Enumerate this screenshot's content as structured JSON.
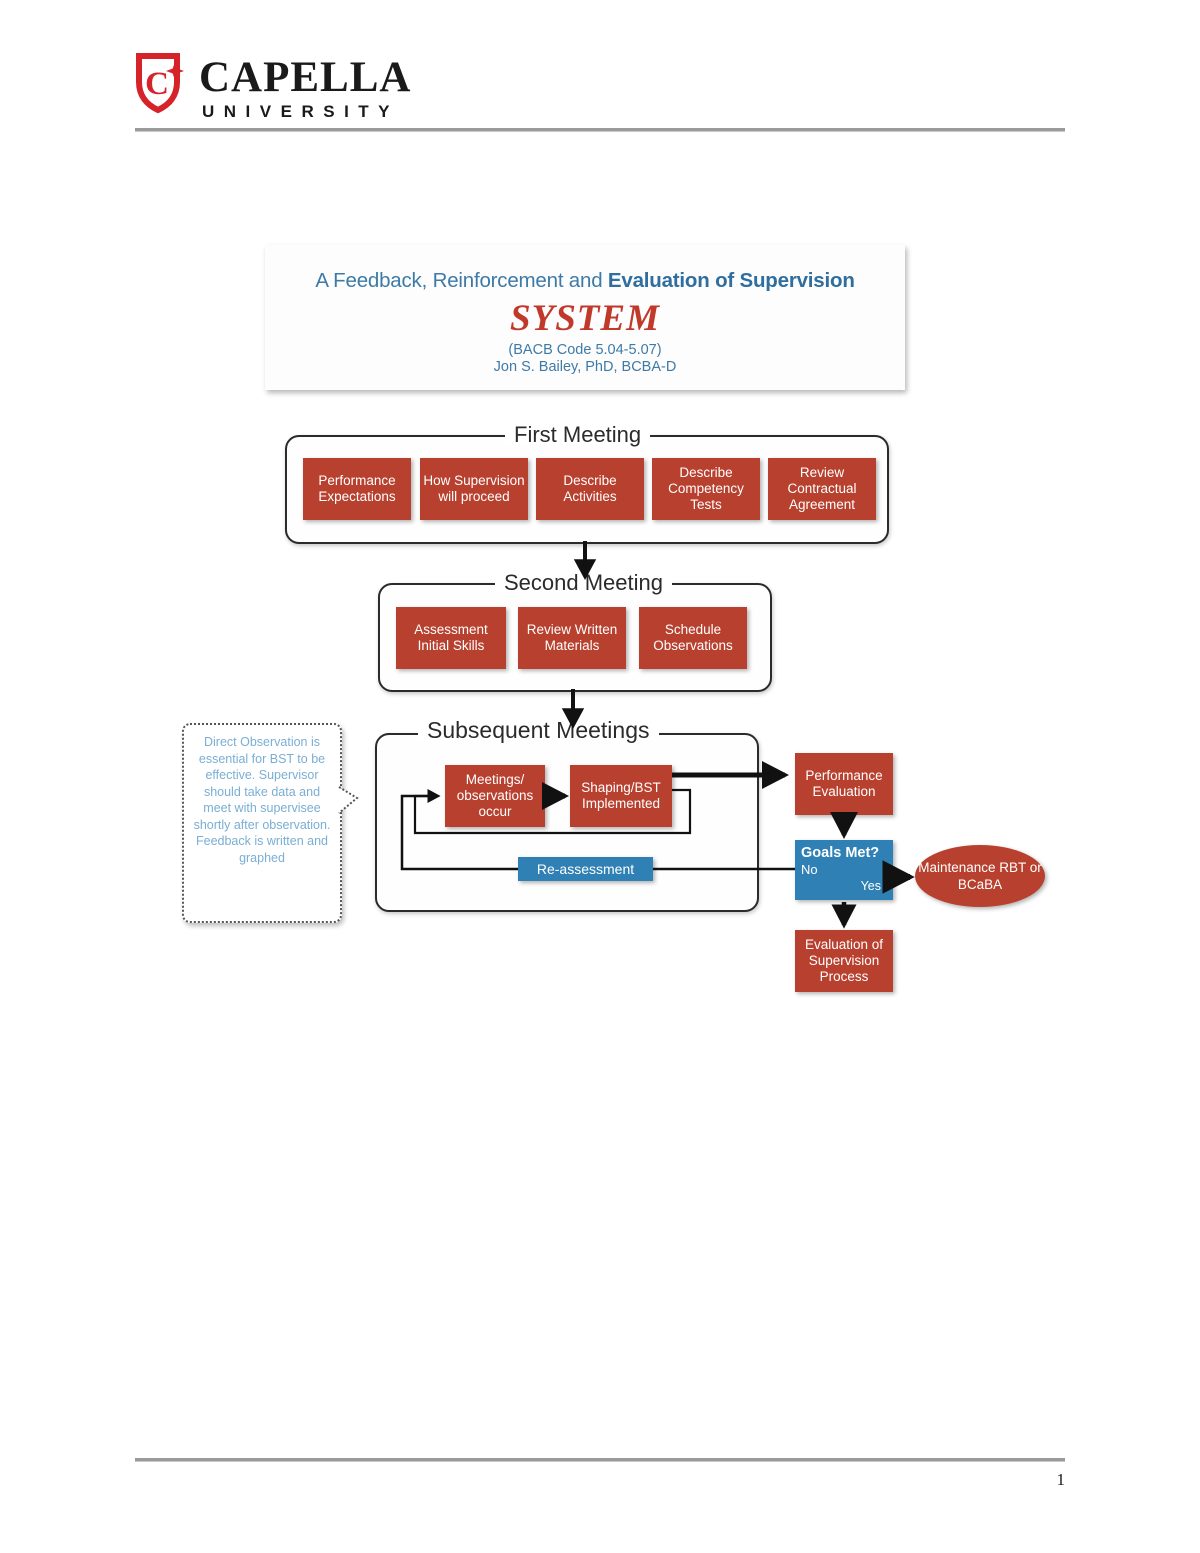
{
  "header": {
    "logo_name": "capella-shield-logo",
    "wordmark_primary": "CAPELLA",
    "wordmark_secondary": "UNIVERSITY"
  },
  "footer": {
    "page_number": "1"
  },
  "figure": {
    "title": {
      "line1_plain": "A Feedback, Reinforcement and ",
      "line1_bold": "Evaluation of Supervision",
      "system": "SYSTEM",
      "code": "(BACB Code 5.04-5.07)",
      "author": "Jon S. Bailey, PhD, BCBA-D"
    },
    "colors": {
      "process_red": "#b8402e",
      "decision_blue": "#2f80b4",
      "title_blue": "#3d7aa8",
      "title_red": "#c0392b",
      "callout_text_blue": "#7aaed4"
    },
    "sections": [
      {
        "label": "First Meeting",
        "boxes": [
          "Performance Expectations",
          "How Supervision will proceed",
          "Describe Activities",
          "Describe Competency Tests",
          "Review Contractual Agreement"
        ]
      },
      {
        "label": "Second Meeting",
        "boxes": [
          "Assessment Initial Skills",
          "Review Written Materials",
          "Schedule Observations"
        ]
      },
      {
        "label": "Subsequent Meetings",
        "boxes": [
          "Meetings/ observations occur",
          "Shaping/BST Implemented",
          "Re-assessment"
        ]
      }
    ],
    "callout": {
      "text": "Direct Observation is essential for BST to be effective. Supervisor should take data and meet with supervisee shortly after observation. Feedback is written and graphed"
    },
    "outcome": {
      "performance_evaluation": "Performance Evaluation",
      "decision_title": "Goals Met?",
      "decision_no": "No",
      "decision_yes": "Yes",
      "maintenance": "Maintenance RBT or BCaBA",
      "evaluation_process": "Evaluation of Supervision Process"
    }
  }
}
